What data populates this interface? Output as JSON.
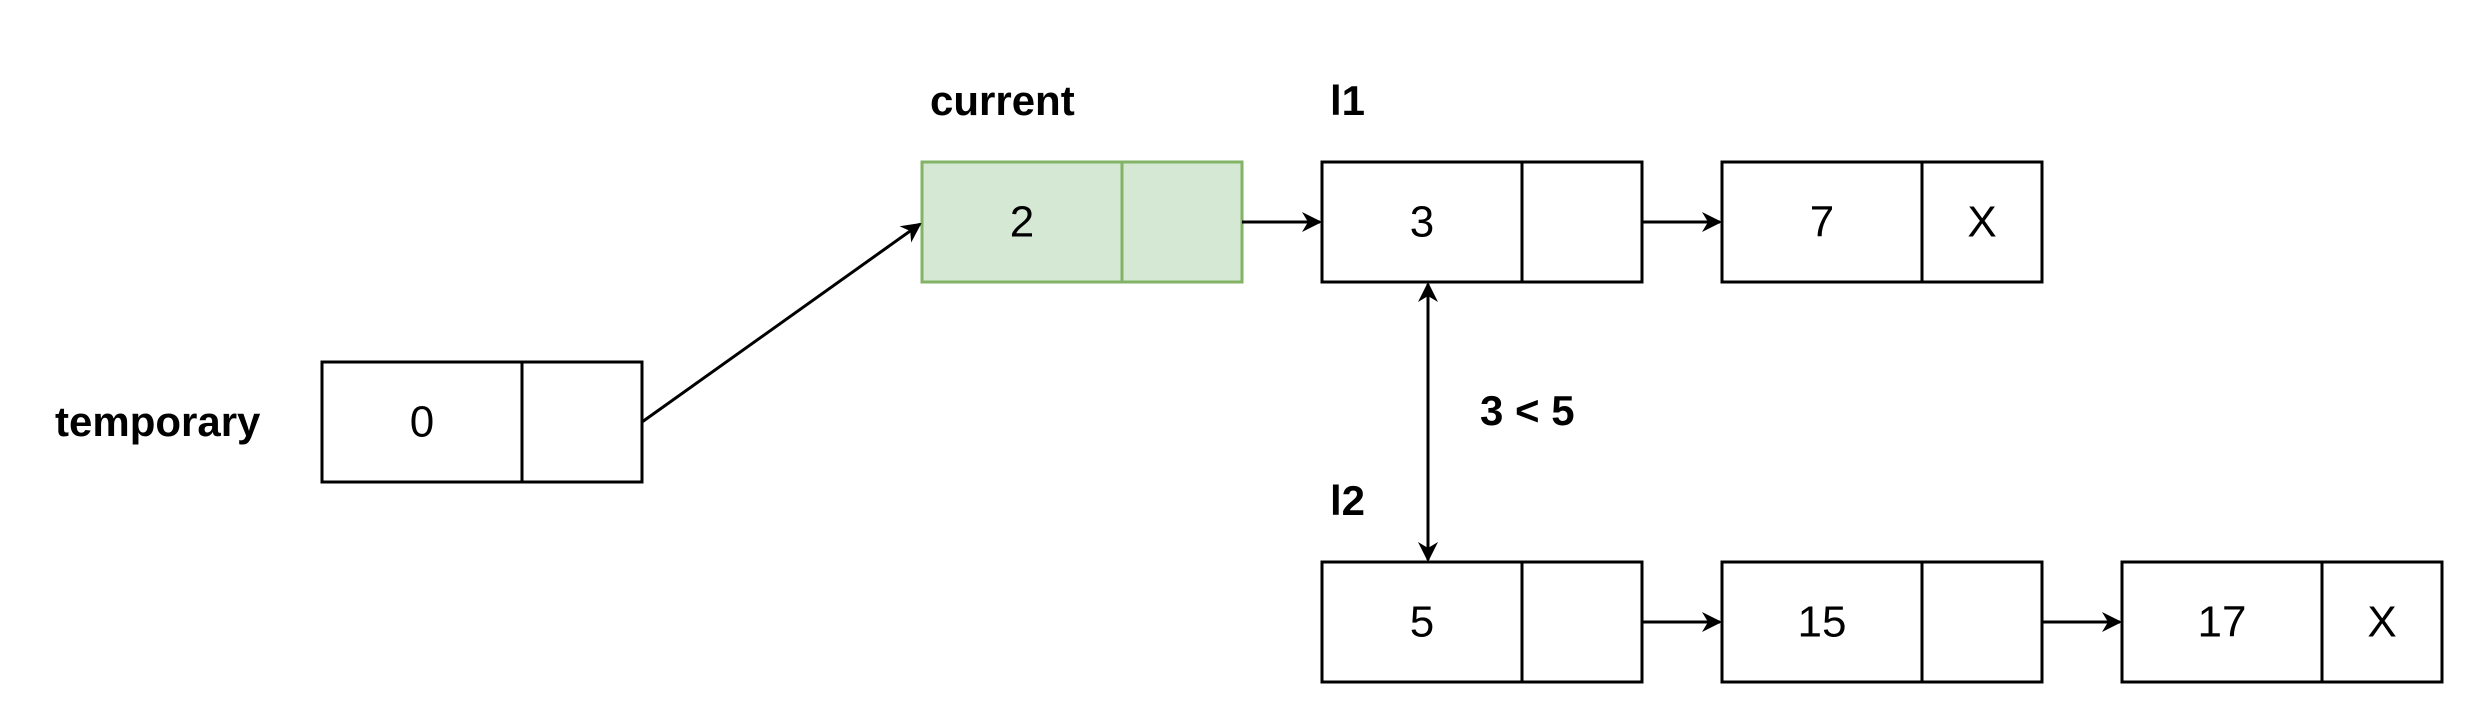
{
  "labels": {
    "temporary": "temporary",
    "current": "current",
    "l1": "l1",
    "l2": "l2",
    "comparison": "3 < 5"
  },
  "nodes": {
    "temporary": {
      "value": "0",
      "next": ""
    },
    "current": {
      "value": "2",
      "next": ""
    },
    "l1_a": {
      "value": "3",
      "next": ""
    },
    "l1_b": {
      "value": "7",
      "next": "X"
    },
    "l2_a": {
      "value": "5",
      "next": ""
    },
    "l2_b": {
      "value": "15",
      "next": ""
    },
    "l2_c": {
      "value": "17",
      "next": "X"
    }
  },
  "colors": {
    "stroke": "#000000",
    "highlight_fill": "#d5e8d4",
    "highlight_stroke": "#82b366"
  }
}
